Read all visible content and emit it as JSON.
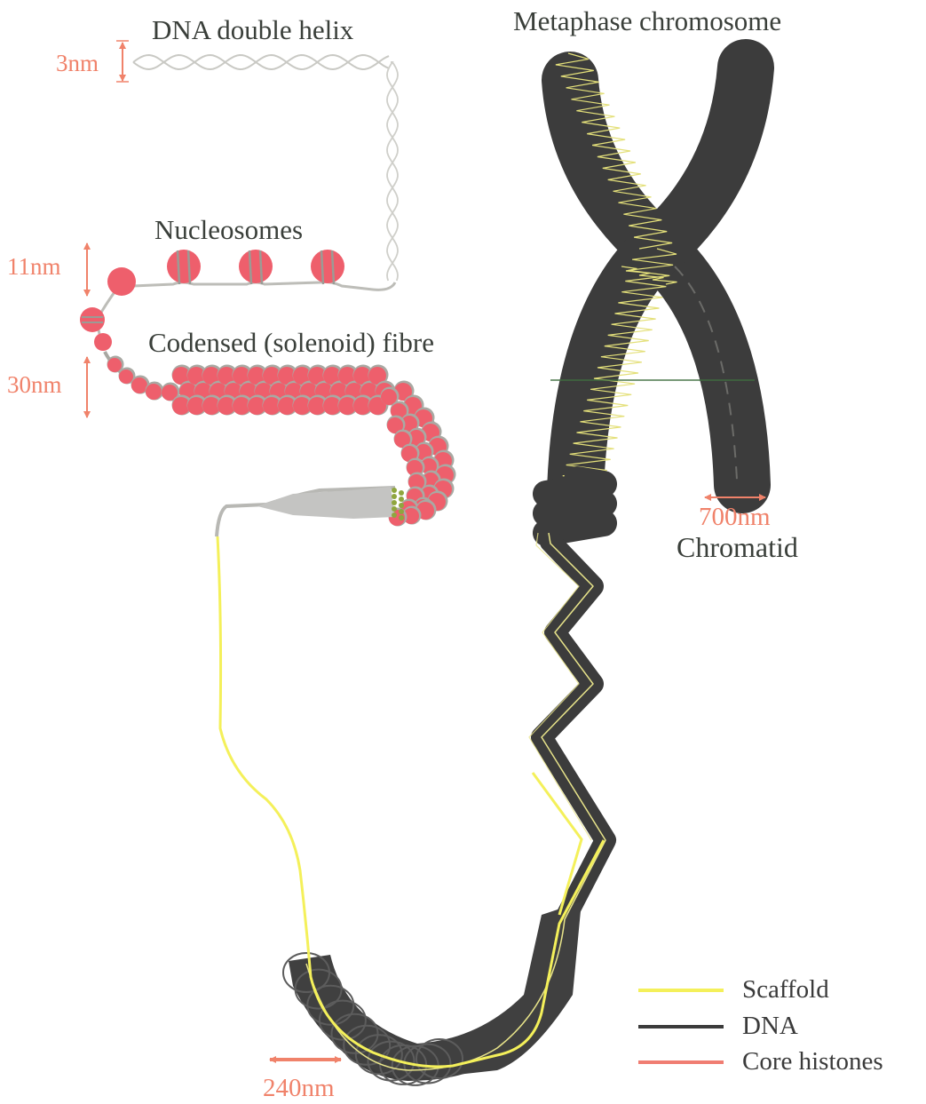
{
  "labels": {
    "dna_double_helix": "DNA double helix",
    "nucleosomes": "Nucleosomes",
    "solenoid_fibre": "Codensed (solenoid) fibre",
    "metaphase_chromosome": "Metaphase chromosome",
    "chromatid": "Chromatid"
  },
  "dimensions": {
    "helix": "3nm",
    "nucleosome": "11nm",
    "fibre": "30nm",
    "chromatid_width": "700nm",
    "loop": "240nm"
  },
  "legend": [
    {
      "label": "Scaffold",
      "color": "#f4f05a"
    },
    {
      "label": "DNA",
      "color": "#3b3b3b"
    },
    {
      "label": "Core histones",
      "color": "#f07d72"
    }
  ],
  "colors": {
    "dna": "#3b3b3b",
    "scaffold": "#f4f05a",
    "histone": "#f06070",
    "dimension": "#f0826a",
    "fibre_gray": "#c4c4c2"
  }
}
